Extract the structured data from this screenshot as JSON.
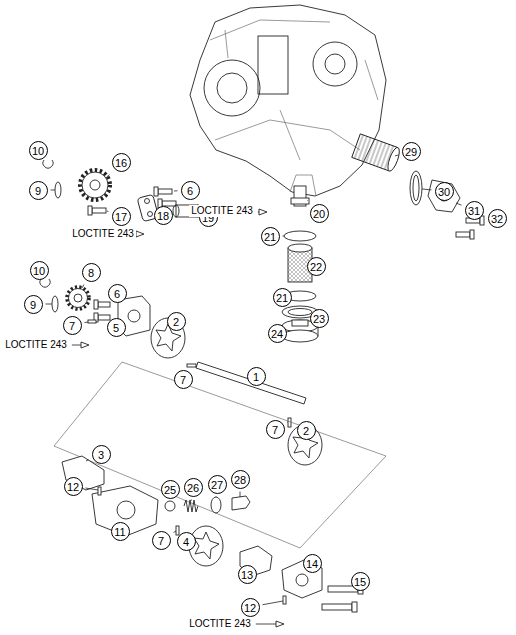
{
  "diagram": {
    "labels": [
      "10",
      "16",
      "9",
      "6",
      "17",
      "LOCTITE 243",
      "18",
      "19",
      "29",
      "30",
      "31",
      "32",
      "LOCTITE 243",
      "20",
      "21",
      "22",
      "21",
      "23",
      "24",
      "10",
      "8",
      "9",
      "6",
      "7",
      "5",
      "2",
      "LOCTITE 243",
      "7",
      "1",
      "7",
      "2",
      "3",
      "12",
      "11",
      "25",
      "26",
      "27",
      "28",
      "7",
      "4",
      "13",
      "14",
      "15",
      "12",
      "LOCTITE 243"
    ]
  }
}
